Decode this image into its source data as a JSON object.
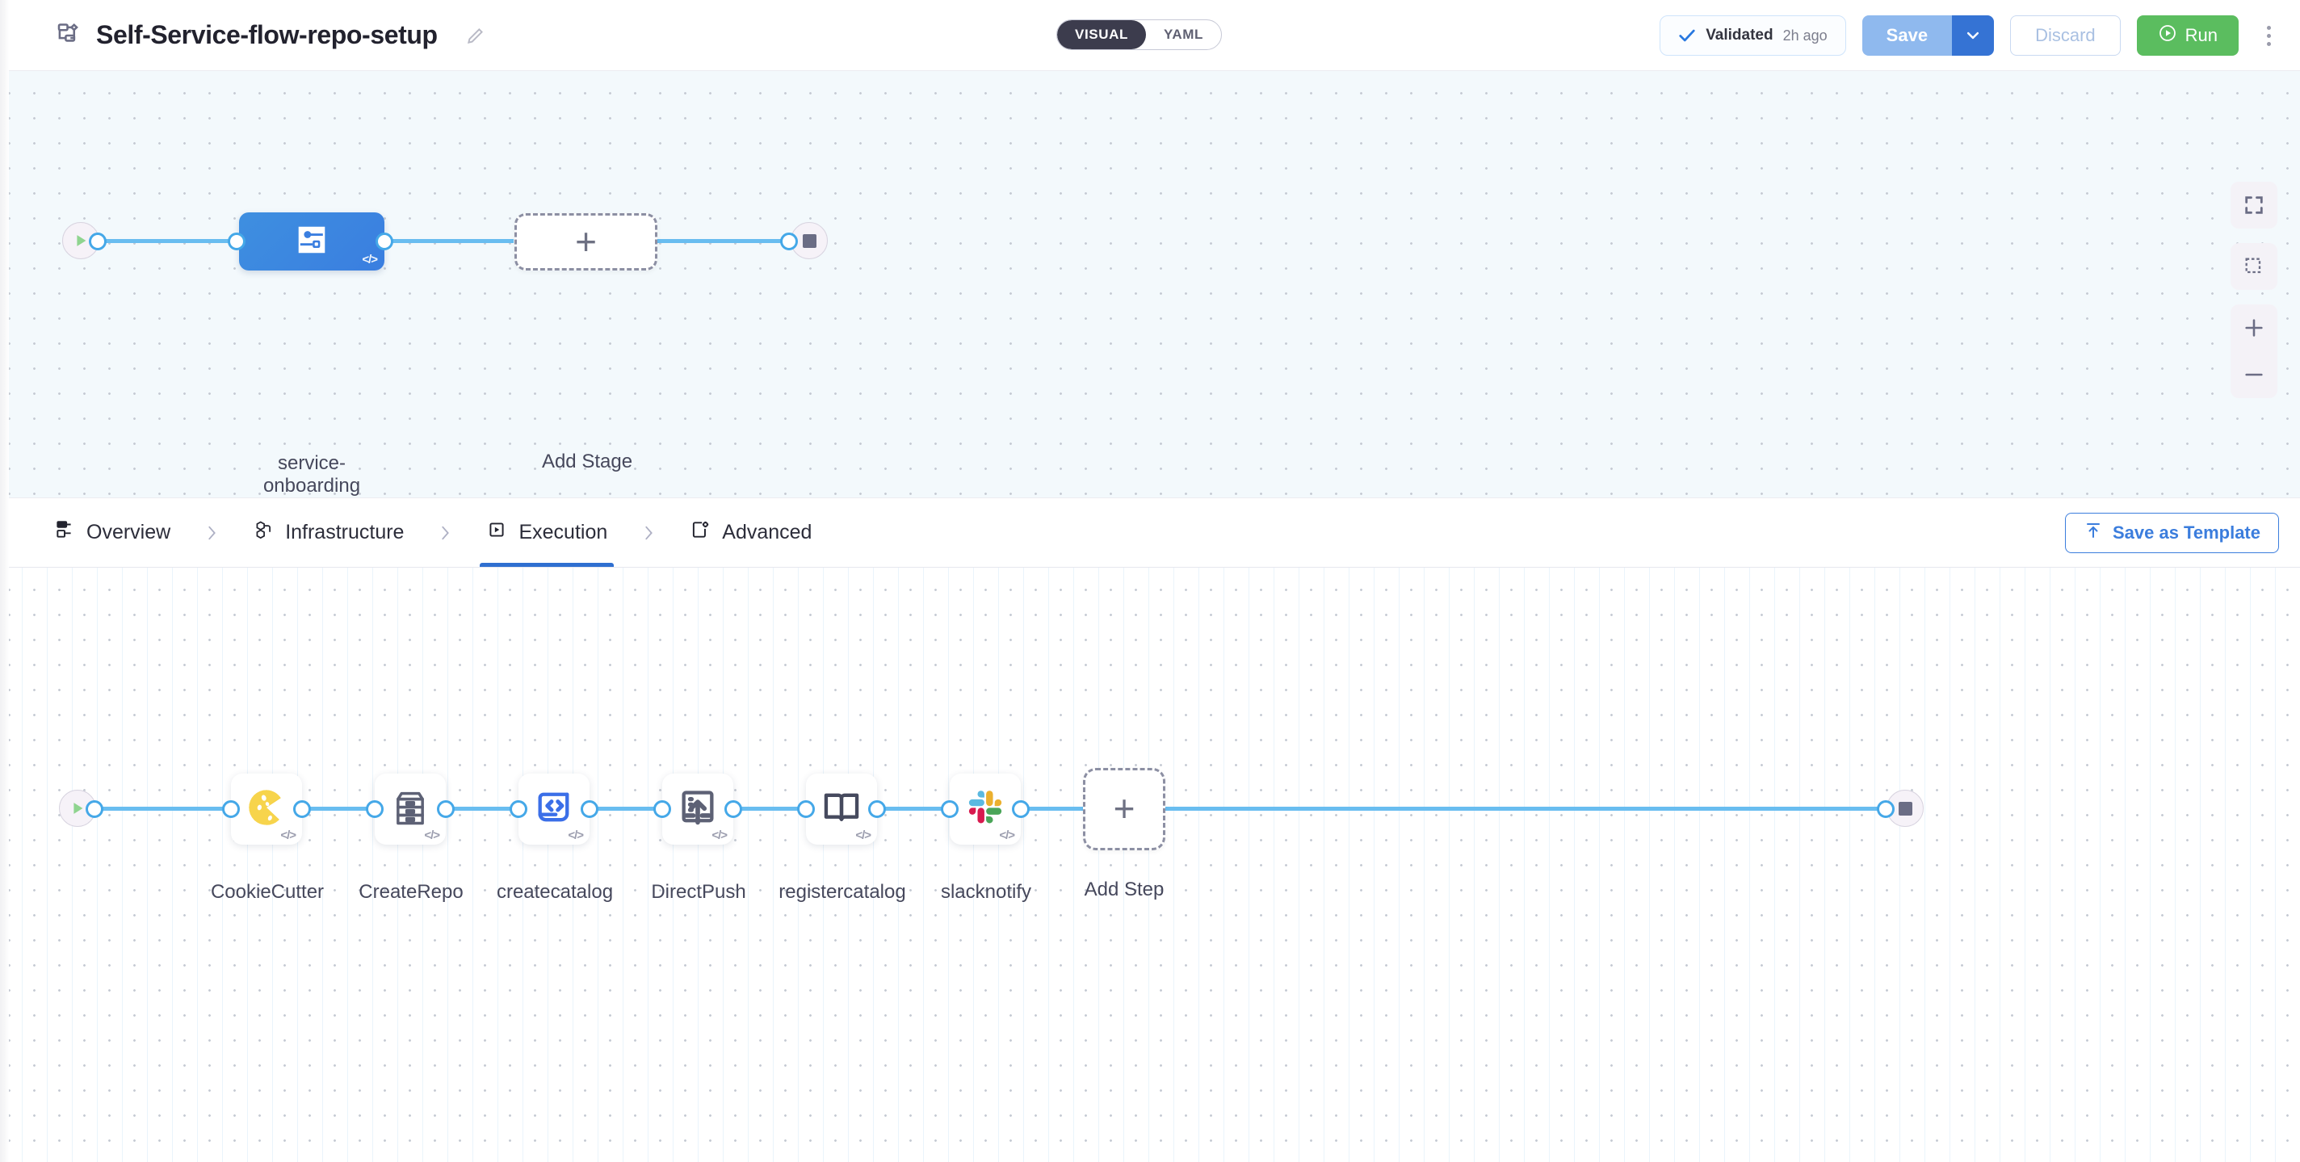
{
  "header": {
    "pipeline_icon": "pipeline-flow-icon",
    "title": "Self-Service-flow-repo-setup",
    "edit_icon": "pencil-edit-icon",
    "mode_toggle": {
      "options": [
        {
          "label": "VISUAL",
          "active": true
        },
        {
          "label": "YAML",
          "active": false
        }
      ]
    },
    "validated": {
      "icon": "check-icon",
      "label": "Validated",
      "time": "2h ago"
    },
    "save": {
      "label": "Save",
      "caret_icon": "chevron-down-icon"
    },
    "discard": {
      "label": "Discard"
    },
    "run": {
      "label": "Run",
      "icon": "play-circle-icon"
    },
    "more_icon": "kebab-menu-icon",
    "colors": {
      "save_bg": "#8fb9ee",
      "save_caret_bg": "#3573d4",
      "run_bg": "#5bbd5f",
      "accent_blue": "#2878e0",
      "toggle_active_bg": "#3c3c4d"
    }
  },
  "stage_canvas": {
    "start_node": {
      "icon": "play-icon"
    },
    "end_node": {
      "icon": "stop-square-icon"
    },
    "stage": {
      "label": "service-\nonboarding",
      "icon": "stage-pipeline-icon",
      "code_badge": "</>"
    },
    "add_stage": {
      "label": "Add Stage",
      "icon": "plus-icon"
    },
    "controls": [
      {
        "name": "fit-to-screen-icon"
      },
      {
        "name": "marquee-select-icon"
      },
      {
        "name": "zoom-in-icon"
      },
      {
        "name": "zoom-out-icon"
      }
    ]
  },
  "tabs": {
    "items": [
      {
        "label": "Overview",
        "icon": "overview-icon",
        "active": false
      },
      {
        "label": "Infrastructure",
        "icon": "infrastructure-icon",
        "active": false
      },
      {
        "label": "Execution",
        "icon": "execution-icon",
        "active": true
      },
      {
        "label": "Advanced",
        "icon": "advanced-icon",
        "active": false
      }
    ],
    "save_template": {
      "label": "Save as Template",
      "icon": "save-template-icon"
    }
  },
  "exec_canvas": {
    "start_node": {
      "icon": "play-icon"
    },
    "end_node": {
      "icon": "stop-square-icon"
    },
    "steps": [
      {
        "label": "CookieCutter",
        "icon": "cookie-icon",
        "code_badge": "</>"
      },
      {
        "label": "CreateRepo",
        "icon": "drawer-icon",
        "code_badge": "</>"
      },
      {
        "label": "createcatalog",
        "icon": "code-script-icon",
        "code_badge": "</>"
      },
      {
        "label": "DirectPush",
        "icon": "push-upload-icon",
        "code_badge": "</>"
      },
      {
        "label": "registercatalog",
        "icon": "open-book-icon",
        "code_badge": "</>"
      },
      {
        "label": "slacknotify",
        "icon": "slack-icon",
        "code_badge": "</>"
      }
    ],
    "add_step": {
      "label": "Add Step",
      "icon": "plus-icon"
    }
  }
}
